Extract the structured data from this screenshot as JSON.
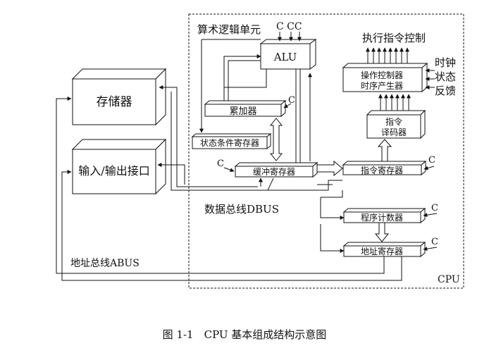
{
  "labels": {
    "alu_region": "算术逻辑单元",
    "alu": "ALU",
    "alu_controls": "C CC",
    "accumulator": "累加器",
    "status_register": "状态条件寄存器",
    "buffer_register": "缓冲寄存器",
    "memory": "存储器",
    "io_interface": "输入/输出接口",
    "exec_control": "执行指令控制",
    "op_controller_1": "操作控制器",
    "op_controller_2": "时序产生器",
    "clock": "时钟",
    "status": "状态",
    "feedback": "反馈",
    "decoder_1": "指令",
    "decoder_2": "译码器",
    "instruction_register": "指令寄存器",
    "program_counter": "程序计数器",
    "address_register": "地址寄存器",
    "data_bus": "数据总线DBUS",
    "address_bus": "地址总线ABUS",
    "cpu": "CPU",
    "c": "C",
    "caption": "图 1-1　CPU 基本组成结构示意图"
  },
  "colors": {
    "line": "#111111",
    "background": "#ffffff"
  }
}
